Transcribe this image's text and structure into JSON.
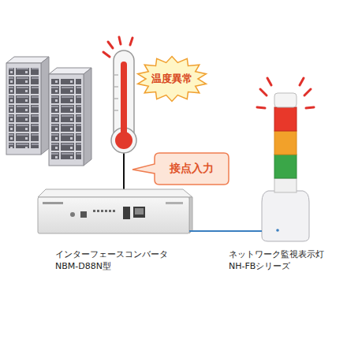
{
  "diagram": {
    "nodes": [
      {
        "text": [
          "温度異常"
        ]
      },
      {
        "text": [
          "接点入力"
        ]
      },
      {
        "text": [
          "インターフェースコンバータ NBM-D88N型"
        ]
      },
      {
        "text": [
          "ネットワーク監視表示灯 NH-FBシリーズ"
        ]
      }
    ],
    "edges": [
      {
        "from": 2,
        "to": 3,
        "arrow": "none"
      }
    ]
  }
}
